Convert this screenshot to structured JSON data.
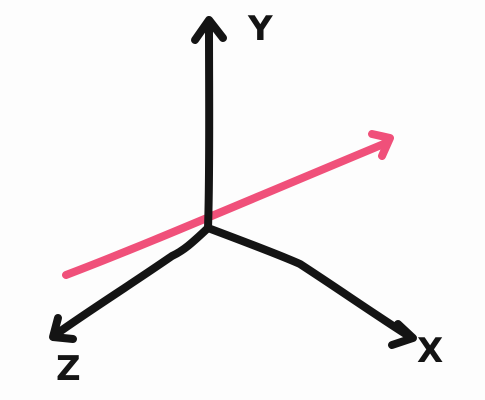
{
  "diagram": {
    "axis_color": "#141414",
    "vector_color": "#f0507a",
    "axes": [
      {
        "key": "y",
        "label": "Y"
      },
      {
        "key": "x",
        "label": "X"
      },
      {
        "key": "z",
        "label": "Z"
      }
    ],
    "vector": {
      "description_icon": "vector-arrow-icon"
    }
  }
}
